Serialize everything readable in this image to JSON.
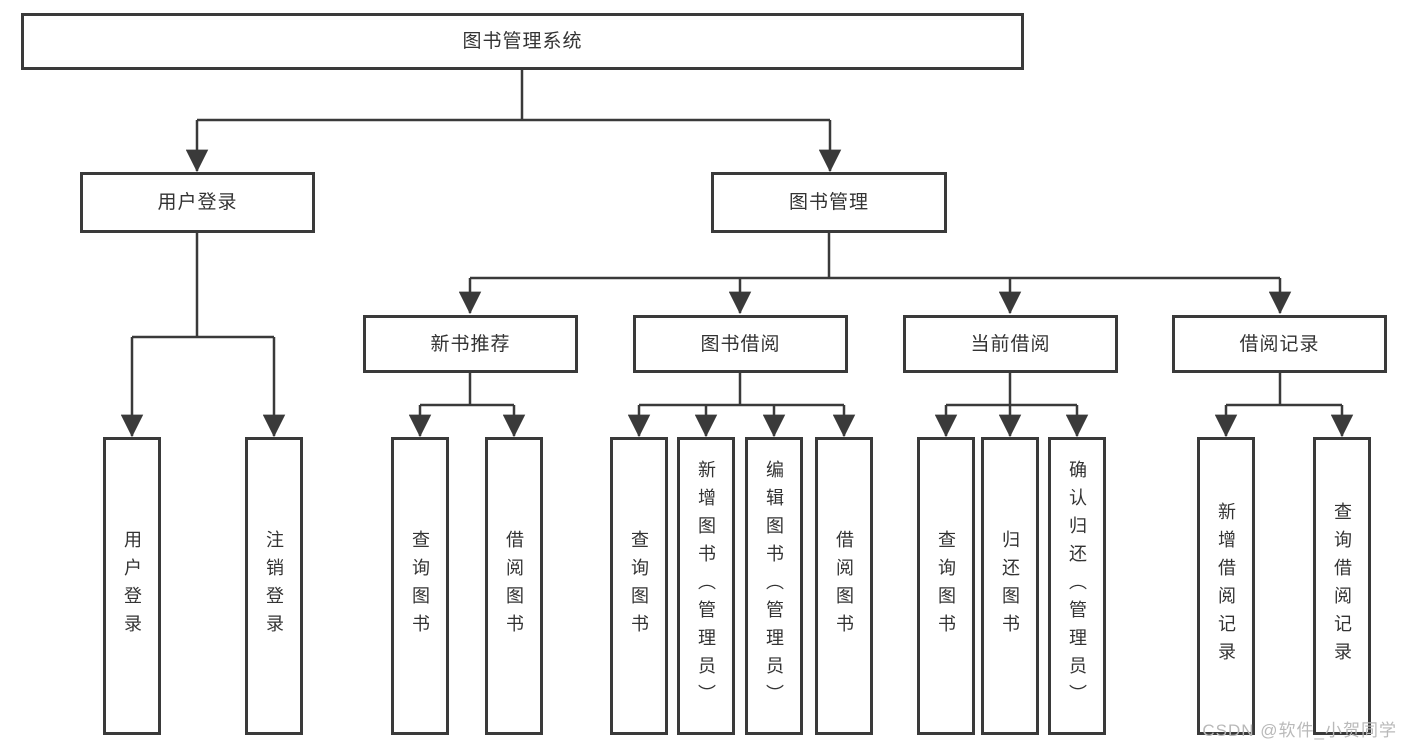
{
  "diagram": {
    "root": {
      "label": "图书管理系统"
    },
    "level2": [
      {
        "label": "用户登录"
      },
      {
        "label": "图书管理"
      }
    ],
    "level3": [
      {
        "label": "新书推荐"
      },
      {
        "label": "图书借阅"
      },
      {
        "label": "当前借阅"
      },
      {
        "label": "借阅记录"
      }
    ],
    "leaves": [
      {
        "label": "用户登录"
      },
      {
        "label": "注销登录"
      },
      {
        "label": "查询图书"
      },
      {
        "label": "借阅图书"
      },
      {
        "label": "查询图书"
      },
      {
        "label": "新增图书（管理员）"
      },
      {
        "label": "编辑图书（管理员）"
      },
      {
        "label": "借阅图书"
      },
      {
        "label": "查询图书"
      },
      {
        "label": "归还图书"
      },
      {
        "label": "确认归还（管理员）"
      },
      {
        "label": "新增借阅记录"
      },
      {
        "label": "查询借阅记录"
      }
    ],
    "watermark": "CSDN @软件_小贺同学",
    "colors": {
      "line": "#3a3a3a",
      "text": "#333333",
      "watermark": "#b9b9b9",
      "background": "#ffffff"
    }
  }
}
